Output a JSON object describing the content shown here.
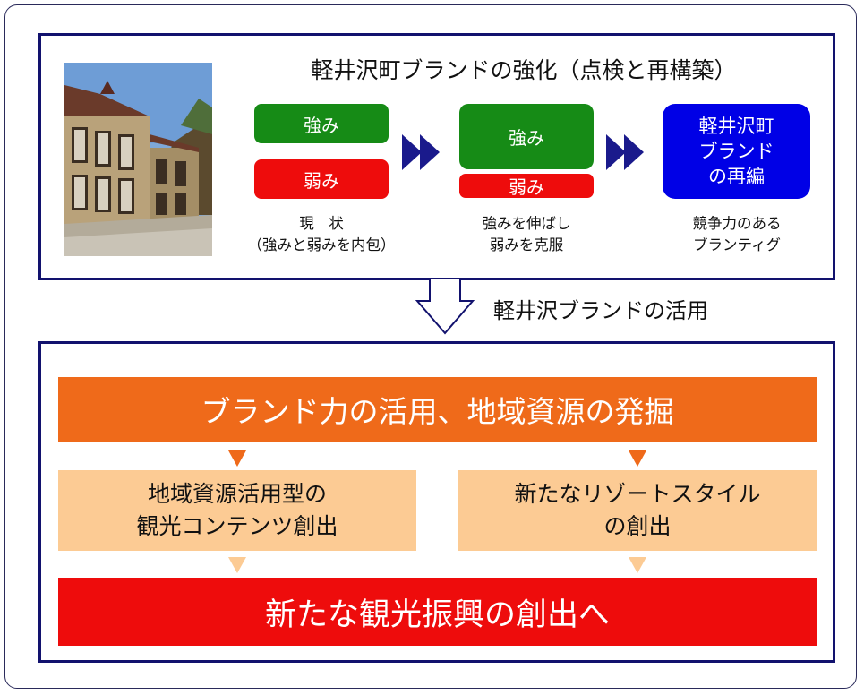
{
  "top": {
    "title": "軽井沢町ブランドの強化（点検と再構築）",
    "stage1": {
      "strength": "強み",
      "weakness": "弱み",
      "caption": [
        "現　状",
        "（強みと弱みを内包）"
      ]
    },
    "stage2": {
      "strength": "強み",
      "weakness": "弱み",
      "caption": [
        "強みを伸ばし",
        "弱みを克服"
      ]
    },
    "stage3": {
      "box": [
        "軽井沢町",
        "ブランド",
        "の再編"
      ],
      "caption": [
        "競争力のある",
        "ブランティグ"
      ]
    }
  },
  "connector": {
    "label": "軽井沢ブランドの活用"
  },
  "bottom": {
    "header": "ブランド力の活用、地域資源の発掘",
    "left_box": [
      "地域資源活用型の",
      "観光コンテンツ創出"
    ],
    "right_box": [
      "新たなリゾートスタイル",
      "の創出"
    ],
    "footer": "新たな観光振興の創出へ"
  },
  "colors": {
    "frame": "#12126e",
    "green": "#168b16",
    "red": "#ee0c0c",
    "blue": "#0000e6",
    "orange": "#ef6a1a",
    "peach": "#fccb94",
    "chevron": "#1a1a8c"
  },
  "icons": {
    "chevron": "double-chevron-right-icon",
    "down_arrow": "hollow-down-arrow-icon"
  }
}
